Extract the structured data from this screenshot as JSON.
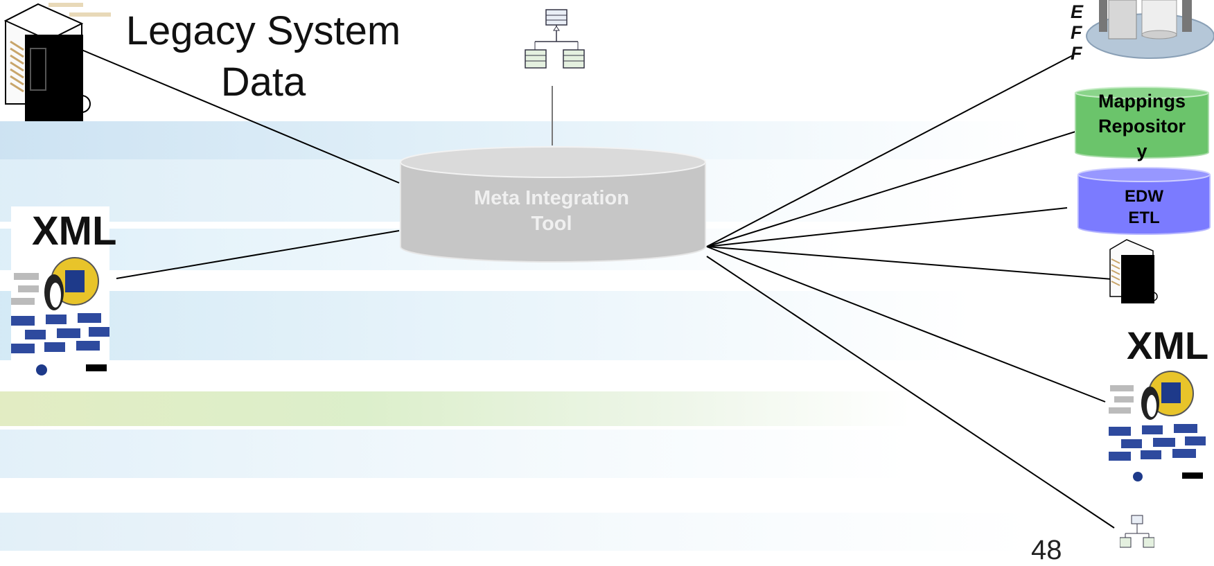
{
  "title": {
    "line1": "Legacy System",
    "line2": "Data"
  },
  "center": {
    "label_line1": "Meta Integration",
    "label_line2": "Tool"
  },
  "targets": {
    "mappings_line1": "Mappings",
    "mappings_line2": "Repositor",
    "mappings_line3": "y",
    "edw_line1": "EDW",
    "edw_line2": "ETL"
  },
  "xml_label": "XML",
  "partial_text": {
    "line1": "E",
    "line2": "F",
    "line3": "F"
  },
  "page_number": "48",
  "icons": [
    "server-tower-icon",
    "xml-book-cover-icon",
    "uml-class-diagram-icon",
    "database-server-icon"
  ],
  "colors": {
    "meta_cylinder": "#c6c6c6",
    "mappings_cylinder": "#6bc46b",
    "edw_cylinder": "#7b7bff",
    "connector": "#000000"
  }
}
